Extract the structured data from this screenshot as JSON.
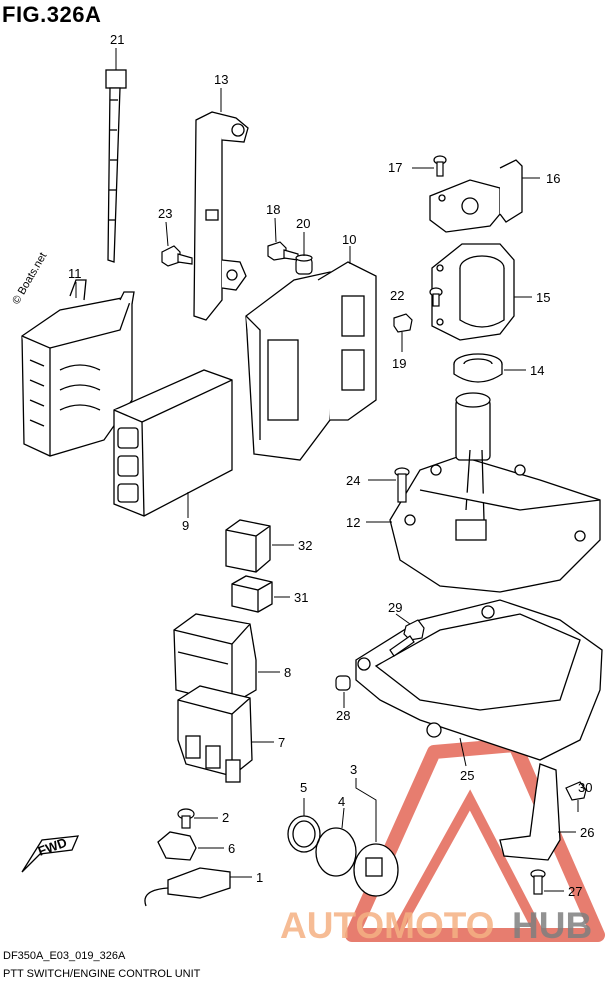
{
  "figure": {
    "title": "FIG.326A",
    "code": "DF350A_E03_019_326A",
    "description": "PTT SWITCH/ENGINE CONTROL UNIT"
  },
  "watermark": {
    "text": "© Boats.net",
    "brand_left": "AUTOMOTO",
    "brand_right": "HUB",
    "brand_left_color": "#f5b183",
    "brand_right_color": "#7f7f7f",
    "logo_color": "#e0523f"
  },
  "fwd_label": "FWD",
  "callouts": [
    {
      "id": "c1",
      "label": "1"
    },
    {
      "id": "c2",
      "label": "2"
    },
    {
      "id": "c3",
      "label": "3"
    },
    {
      "id": "c4",
      "label": "4"
    },
    {
      "id": "c5",
      "label": "5"
    },
    {
      "id": "c6",
      "label": "6"
    },
    {
      "id": "c7",
      "label": "7"
    },
    {
      "id": "c8",
      "label": "8"
    },
    {
      "id": "c9",
      "label": "9"
    },
    {
      "id": "c10",
      "label": "10"
    },
    {
      "id": "c11",
      "label": "11"
    },
    {
      "id": "c12",
      "label": "12"
    },
    {
      "id": "c13",
      "label": "13"
    },
    {
      "id": "c14",
      "label": "14"
    },
    {
      "id": "c15",
      "label": "15"
    },
    {
      "id": "c16",
      "label": "16"
    },
    {
      "id": "c17",
      "label": "17"
    },
    {
      "id": "c18",
      "label": "18"
    },
    {
      "id": "c19",
      "label": "19"
    },
    {
      "id": "c20",
      "label": "20"
    },
    {
      "id": "c21",
      "label": "21"
    },
    {
      "id": "c22",
      "label": "22"
    },
    {
      "id": "c23",
      "label": "23"
    },
    {
      "id": "c24",
      "label": "24"
    },
    {
      "id": "c25",
      "label": "25"
    },
    {
      "id": "c26",
      "label": "26"
    },
    {
      "id": "c27",
      "label": "27"
    },
    {
      "id": "c28",
      "label": "28"
    },
    {
      "id": "c29",
      "label": "29"
    },
    {
      "id": "c30",
      "label": "30"
    },
    {
      "id": "c31",
      "label": "31"
    },
    {
      "id": "c32",
      "label": "32"
    }
  ]
}
